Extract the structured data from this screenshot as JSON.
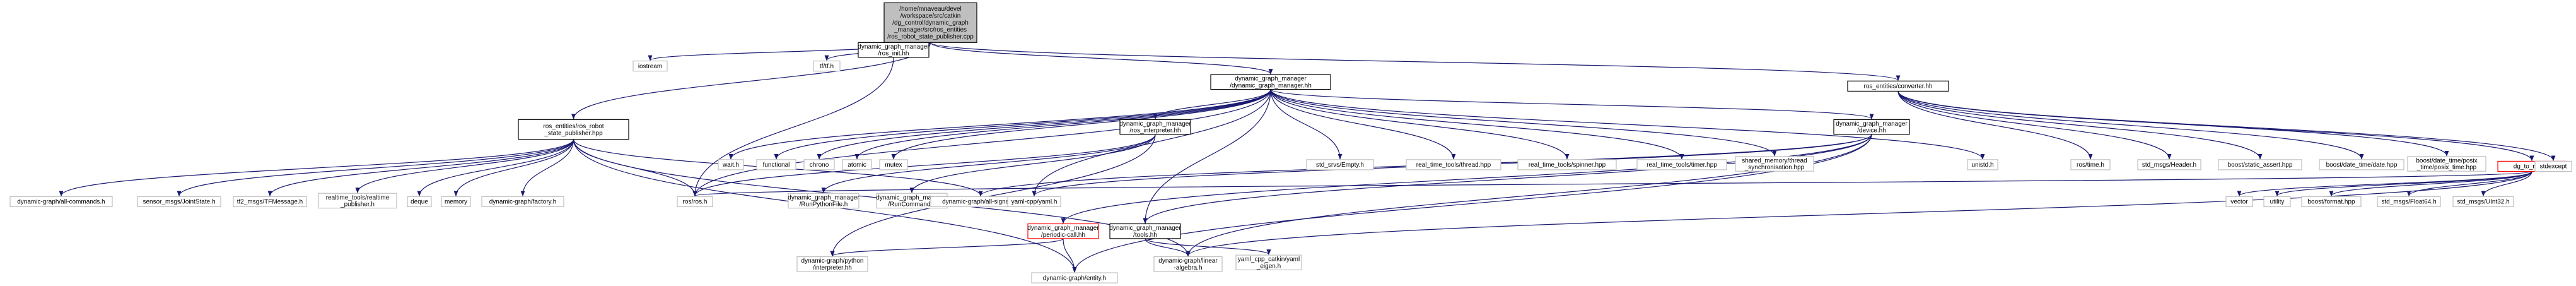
{
  "colors": {
    "edge": "#191970",
    "root_fill": "#bfbfbf",
    "node_fill": "#ffffff",
    "node_border": "#000000",
    "missing_border": "#bfbfbf",
    "undocumented_border": "#ff0000",
    "text": "#000000"
  },
  "nodes": [
    {
      "id": "root",
      "lines": [
        "/home/mnaveau/devel",
        "/workspace/src/catkin",
        "/dg_control/dynamic_graph",
        "_manager/src/ros_entities",
        "/ros_robot_state_publisher.cpp"
      ],
      "style": "root"
    },
    {
      "id": "iostream",
      "lines": [
        "iostream"
      ],
      "style": "missing"
    },
    {
      "id": "tf_tf",
      "lines": [
        "tf/tf.h"
      ],
      "style": "missing"
    },
    {
      "id": "ros_init",
      "lines": [
        "dynamic_graph_manager",
        "/ros_init.hh"
      ],
      "style": "normal"
    },
    {
      "id": "dgm_hh",
      "lines": [
        "dynamic_graph_manager",
        "/dynamic_graph_manager.hh"
      ],
      "style": "normal"
    },
    {
      "id": "converter",
      "lines": [
        "ros_entities/converter.hh"
      ],
      "style": "normal"
    },
    {
      "id": "rrsp_hpp",
      "lines": [
        "ros_entities/ros_robot",
        "_state_publisher.hpp"
      ],
      "style": "normal"
    },
    {
      "id": "wait",
      "lines": [
        "wait.h"
      ],
      "style": "missing"
    },
    {
      "id": "functional",
      "lines": [
        "functional"
      ],
      "style": "missing"
    },
    {
      "id": "chrono",
      "lines": [
        "chrono"
      ],
      "style": "missing"
    },
    {
      "id": "atomic",
      "lines": [
        "atomic"
      ],
      "style": "missing"
    },
    {
      "id": "mutex",
      "lines": [
        "mutex"
      ],
      "style": "missing"
    },
    {
      "id": "ros_interp",
      "lines": [
        "dynamic_graph_manager",
        "/ros_interpreter.hh"
      ],
      "style": "normal"
    },
    {
      "id": "std_srvs",
      "lines": [
        "std_srvs/Empty.h"
      ],
      "style": "missing"
    },
    {
      "id": "rt_thread",
      "lines": [
        "real_time_tools/thread.hpp"
      ],
      "style": "missing"
    },
    {
      "id": "rt_spinner",
      "lines": [
        "real_time_tools/spinner.hpp"
      ],
      "style": "missing"
    },
    {
      "id": "rt_timer",
      "lines": [
        "real_time_tools/timer.hpp"
      ],
      "style": "missing"
    },
    {
      "id": "shm_sync",
      "lines": [
        "shared_memory/thread",
        "_synchronisation.hpp"
      ],
      "style": "missing"
    },
    {
      "id": "device",
      "lines": [
        "dynamic_graph_manager",
        "/device.hh"
      ],
      "style": "normal"
    },
    {
      "id": "unistd",
      "lines": [
        "unistd.h"
      ],
      "style": "missing"
    },
    {
      "id": "ros_time",
      "lines": [
        "ros/time.h"
      ],
      "style": "missing"
    },
    {
      "id": "std_header",
      "lines": [
        "std_msgs/Header.h"
      ],
      "style": "missing"
    },
    {
      "id": "static_assert",
      "lines": [
        "boost/static_assert.hpp"
      ],
      "style": "missing"
    },
    {
      "id": "date_hpp",
      "lines": [
        "boost/date_time/date.hpp"
      ],
      "style": "missing"
    },
    {
      "id": "posix_time",
      "lines": [
        "boost/date_time/posix",
        "_time/posix_time.hpp"
      ],
      "style": "missing"
    },
    {
      "id": "dg_to_ros",
      "lines": [
        "dg_to_ros.hh"
      ],
      "style": "undocumented"
    },
    {
      "id": "stdexcept",
      "lines": [
        "stdexcept"
      ],
      "style": "missing"
    },
    {
      "id": "dg_all_cmds",
      "lines": [
        "dynamic-graph/all-commands.h"
      ],
      "style": "missing"
    },
    {
      "id": "joint_state",
      "lines": [
        "sensor_msgs/JointState.h"
      ],
      "style": "missing"
    },
    {
      "id": "tfmessage",
      "lines": [
        "tf2_msgs/TFMessage.h"
      ],
      "style": "missing"
    },
    {
      "id": "rt_pub",
      "lines": [
        "realtime_tools/realtime",
        "_publisher.h"
      ],
      "style": "missing"
    },
    {
      "id": "deque",
      "lines": [
        "deque"
      ],
      "style": "missing"
    },
    {
      "id": "memory",
      "lines": [
        "memory"
      ],
      "style": "missing"
    },
    {
      "id": "dg_factory",
      "lines": [
        "dynamic-graph/factory.h"
      ],
      "style": "missing"
    },
    {
      "id": "ros_h",
      "lines": [
        "ros/ros.h"
      ],
      "style": "missing"
    },
    {
      "id": "run_py_file",
      "lines": [
        "dynamic_graph_manager",
        "/RunPythonFile.h"
      ],
      "style": "missing"
    },
    {
      "id": "run_cmd",
      "lines": [
        "dynamic_graph_manager",
        "/RunCommand.h"
      ],
      "style": "missing"
    },
    {
      "id": "dg_all_signals",
      "lines": [
        "dynamic-graph/all-signals.h"
      ],
      "style": "missing"
    },
    {
      "id": "yaml",
      "lines": [
        "yaml-cpp/yaml.h"
      ],
      "style": "missing"
    },
    {
      "id": "periodic_call",
      "lines": [
        "dynamic_graph_manager",
        "/periodic-call.hh"
      ],
      "style": "undocumented"
    },
    {
      "id": "tools",
      "lines": [
        "dynamic_graph_manager",
        "/tools.hh"
      ],
      "style": "normal"
    },
    {
      "id": "linear_alg",
      "lines": [
        "dynamic-graph/linear",
        "-algebra.h"
      ],
      "style": "missing"
    },
    {
      "id": "yaml_eigen",
      "lines": [
        "yaml_cpp_catkin/yaml",
        "_eigen.h"
      ],
      "style": "missing"
    },
    {
      "id": "dg_entity",
      "lines": [
        "dynamic-graph/entity.h"
      ],
      "style": "missing"
    },
    {
      "id": "py_interp",
      "lines": [
        "dynamic-graph/python",
        "/interpreter.hh"
      ],
      "style": "missing"
    },
    {
      "id": "vector",
      "lines": [
        "vector"
      ],
      "style": "missing"
    },
    {
      "id": "utility",
      "lines": [
        "utility"
      ],
      "style": "missing"
    },
    {
      "id": "boost_format",
      "lines": [
        "boost/format.hpp"
      ],
      "style": "missing"
    },
    {
      "id": "float64",
      "lines": [
        "std_msgs/Float64.h"
      ],
      "style": "missing"
    },
    {
      "id": "uint32",
      "lines": [
        "std_msgs/UInt32.h"
      ],
      "style": "missing"
    }
  ],
  "edges": [
    [
      "root",
      "iostream"
    ],
    [
      "root",
      "tf_tf"
    ],
    [
      "root",
      "ros_init"
    ],
    [
      "root",
      "dgm_hh"
    ],
    [
      "root",
      "converter"
    ],
    [
      "root",
      "rrsp_hpp"
    ],
    [
      "ros_init",
      "ros_h"
    ],
    [
      "dgm_hh",
      "wait"
    ],
    [
      "dgm_hh",
      "functional"
    ],
    [
      "dgm_hh",
      "chrono"
    ],
    [
      "dgm_hh",
      "atomic"
    ],
    [
      "dgm_hh",
      "mutex"
    ],
    [
      "dgm_hh",
      "ros_interp"
    ],
    [
      "dgm_hh",
      "std_srvs"
    ],
    [
      "dgm_hh",
      "rt_thread"
    ],
    [
      "dgm_hh",
      "rt_spinner"
    ],
    [
      "dgm_hh",
      "rt_timer"
    ],
    [
      "dgm_hh",
      "shm_sync"
    ],
    [
      "dgm_hh",
      "device"
    ],
    [
      "dgm_hh",
      "unistd"
    ],
    [
      "dgm_hh",
      "yaml"
    ],
    [
      "dgm_hh",
      "ros_h"
    ],
    [
      "dgm_hh",
      "tools"
    ],
    [
      "converter",
      "ros_time"
    ],
    [
      "converter",
      "std_header"
    ],
    [
      "converter",
      "static_assert"
    ],
    [
      "converter",
      "date_hpp"
    ],
    [
      "converter",
      "posix_time"
    ],
    [
      "converter",
      "dg_to_ros"
    ],
    [
      "converter",
      "stdexcept"
    ],
    [
      "rrsp_hpp",
      "dg_all_cmds"
    ],
    [
      "rrsp_hpp",
      "joint_state"
    ],
    [
      "rrsp_hpp",
      "tfmessage"
    ],
    [
      "rrsp_hpp",
      "rt_pub"
    ],
    [
      "rrsp_hpp",
      "deque"
    ],
    [
      "rrsp_hpp",
      "memory"
    ],
    [
      "rrsp_hpp",
      "dg_factory"
    ],
    [
      "rrsp_hpp",
      "ros_h"
    ],
    [
      "rrsp_hpp",
      "dg_all_signals"
    ],
    [
      "rrsp_hpp",
      "dg_entity"
    ],
    [
      "rrsp_hpp",
      "linear_alg"
    ],
    [
      "ros_interp",
      "ros_h"
    ],
    [
      "ros_interp",
      "run_py_file"
    ],
    [
      "ros_interp",
      "run_cmd"
    ],
    [
      "ros_interp",
      "py_interp"
    ],
    [
      "device",
      "dg_all_signals"
    ],
    [
      "device",
      "yaml"
    ],
    [
      "device",
      "periodic_call"
    ],
    [
      "device",
      "tools"
    ],
    [
      "device",
      "dg_entity"
    ],
    [
      "device",
      "linear_alg"
    ],
    [
      "periodic_call",
      "dg_entity"
    ],
    [
      "periodic_call",
      "py_interp"
    ],
    [
      "tools",
      "linear_alg"
    ],
    [
      "tools",
      "yaml_eigen"
    ],
    [
      "dg_to_ros",
      "ros_h"
    ],
    [
      "dg_to_ros",
      "vector"
    ],
    [
      "dg_to_ros",
      "utility"
    ],
    [
      "dg_to_ros",
      "boost_format"
    ],
    [
      "dg_to_ros",
      "float64"
    ],
    [
      "dg_to_ros",
      "uint32"
    ],
    [
      "dg_to_ros",
      "linear_alg"
    ]
  ]
}
